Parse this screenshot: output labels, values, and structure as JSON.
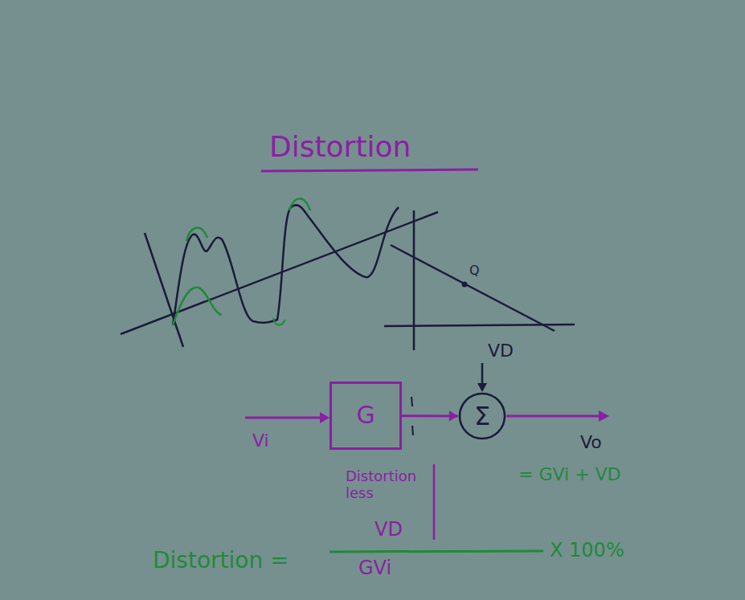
{
  "diagram": {
    "title": "Distortion",
    "nodes": [
      {
        "text": [
          "G"
        ]
      },
      {
        "text": [
          "Σ"
        ]
      }
    ],
    "edges": [
      {
        "from": 0,
        "to": 1,
        "arrow": "to"
      }
    ],
    "labels": [
      "Q",
      "VD",
      "Vi",
      "Vo",
      "= GVi + VD",
      "Distortion less",
      "Distortion =",
      "VD",
      "GVi",
      "X 100%"
    ]
  }
}
